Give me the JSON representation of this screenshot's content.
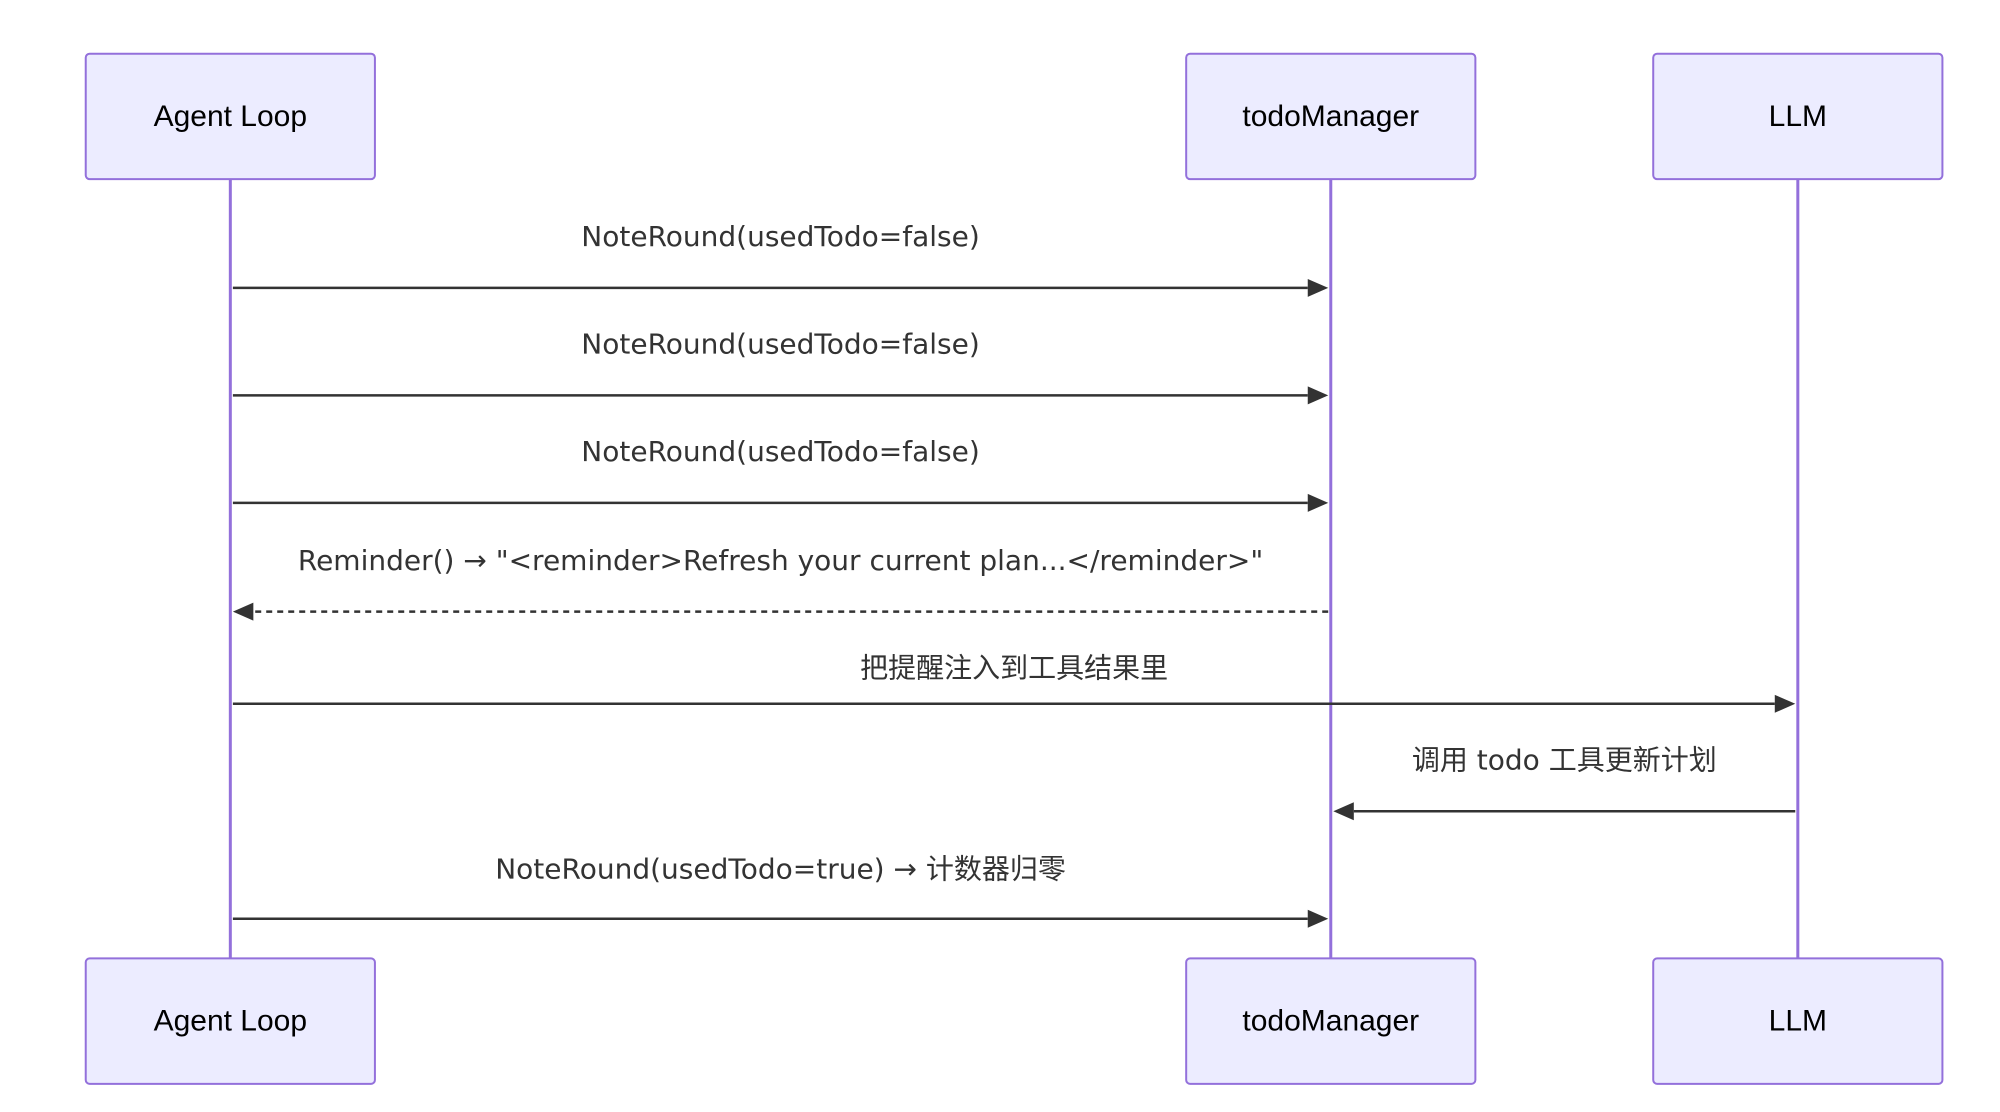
{
  "participants": [
    {
      "id": "agent",
      "label": "Agent Loop"
    },
    {
      "id": "todo",
      "label": "todoManager"
    },
    {
      "id": "llm",
      "label": "LLM"
    }
  ],
  "messages": [
    {
      "from": "agent",
      "to": "todo",
      "text": "NoteRound(usedTodo=false)",
      "style": "solid"
    },
    {
      "from": "agent",
      "to": "todo",
      "text": "NoteRound(usedTodo=false)",
      "style": "solid"
    },
    {
      "from": "agent",
      "to": "todo",
      "text": "NoteRound(usedTodo=false)",
      "style": "solid"
    },
    {
      "from": "todo",
      "to": "agent",
      "text": "Reminder() → \"<reminder>Refresh your current plan...</reminder>\"",
      "style": "dashed"
    },
    {
      "from": "agent",
      "to": "llm",
      "text": "把提醒注入到工具结果里",
      "style": "solid"
    },
    {
      "from": "llm",
      "to": "todo",
      "text": "调用 todo 工具更新计划",
      "style": "solid"
    },
    {
      "from": "agent",
      "to": "todo",
      "text": "NoteRound(usedTodo=true) → 计数器归零",
      "style": "solid"
    }
  ],
  "colors": {
    "actor_fill": "#ECECFF",
    "actor_stroke": "#9370DB",
    "lifeline": "#9370DB",
    "message": "#333333",
    "text": "#333333"
  }
}
